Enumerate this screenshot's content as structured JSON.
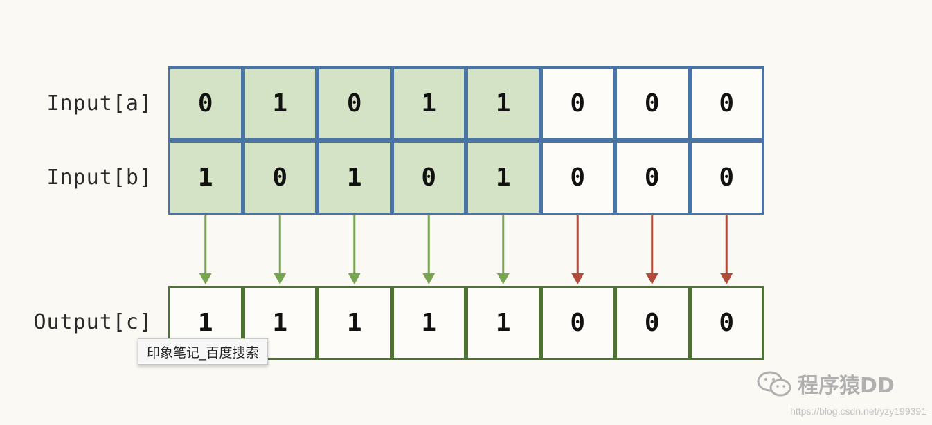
{
  "rows": [
    {
      "label": "Input[a]",
      "values": [
        "0",
        "1",
        "0",
        "1",
        "1",
        "0",
        "0",
        "0"
      ]
    },
    {
      "label": "Input[b]",
      "values": [
        "1",
        "0",
        "1",
        "0",
        "1",
        "0",
        "0",
        "0"
      ]
    }
  ],
  "output": {
    "label": "Output[c]",
    "values": [
      "1",
      "1",
      "1",
      "1",
      "1",
      "0",
      "0",
      "0"
    ]
  },
  "highlight_count": 5,
  "arrow_colors": [
    "#77a552",
    "#77a552",
    "#77a552",
    "#77a552",
    "#77a552",
    "#b14b3a",
    "#b14b3a",
    "#b14b3a"
  ],
  "colors": {
    "input_border": "#4a74a4",
    "output_border": "#4d7234",
    "highlight_fill": "#d4e3c5"
  },
  "tooltip": {
    "text": "印象笔记_百度搜索"
  },
  "watermark": {
    "brand": "程序猿DD",
    "icon": "wechat-icon",
    "url": "https://blog.csdn.net/yzy199391"
  }
}
